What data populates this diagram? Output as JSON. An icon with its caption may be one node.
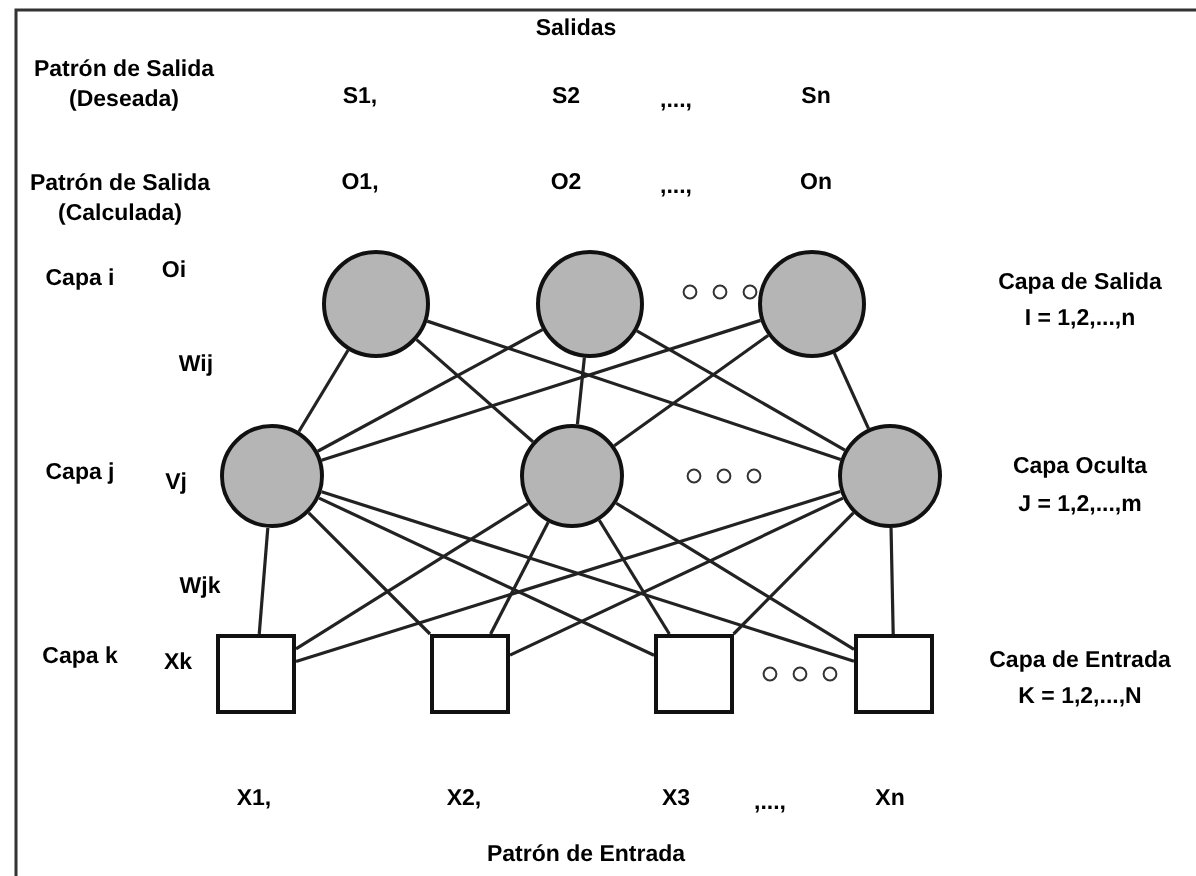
{
  "diagram": {
    "nodes": [
      {
        "text": [],
        "shape": "circle"
      },
      {
        "text": [],
        "shape": "circle"
      },
      {
        "text": [],
        "shape": "circle"
      },
      {
        "text": [],
        "shape": "circle"
      },
      {
        "text": [],
        "shape": "circle"
      },
      {
        "text": [],
        "shape": "circle"
      },
      {
        "text": [],
        "shape": "box"
      },
      {
        "text": [],
        "shape": "box"
      },
      {
        "text": [],
        "shape": "box"
      },
      {
        "text": [],
        "shape": "box"
      }
    ],
    "edges": [
      {
        "from": 0,
        "to": 3,
        "arrow": "none"
      },
      {
        "from": 0,
        "to": 4,
        "arrow": "none"
      },
      {
        "from": 0,
        "to": 5,
        "arrow": "none"
      },
      {
        "from": 1,
        "to": 3,
        "arrow": "none"
      },
      {
        "from": 1,
        "to": 4,
        "arrow": "none"
      },
      {
        "from": 1,
        "to": 5,
        "arrow": "none"
      },
      {
        "from": 2,
        "to": 3,
        "arrow": "none"
      },
      {
        "from": 2,
        "to": 4,
        "arrow": "none"
      },
      {
        "from": 2,
        "to": 5,
        "arrow": "none"
      },
      {
        "from": 3,
        "to": 6,
        "arrow": "none"
      },
      {
        "from": 3,
        "to": 7,
        "arrow": "none"
      },
      {
        "from": 3,
        "to": 8,
        "arrow": "none"
      },
      {
        "from": 3,
        "to": 9,
        "arrow": "none"
      },
      {
        "from": 4,
        "to": 6,
        "arrow": "none"
      },
      {
        "from": 4,
        "to": 7,
        "arrow": "none"
      },
      {
        "from": 4,
        "to": 8,
        "arrow": "none"
      },
      {
        "from": 4,
        "to": 9,
        "arrow": "none"
      },
      {
        "from": 5,
        "to": 6,
        "arrow": "none"
      },
      {
        "from": 5,
        "to": 7,
        "arrow": "none"
      },
      {
        "from": 5,
        "to": 8,
        "arrow": "none"
      },
      {
        "from": 5,
        "to": 9,
        "arrow": "none"
      }
    ],
    "labels": [
      "Salidas",
      "Patrón de Salida (Deseada)",
      "S1,",
      "S2",
      ",...,",
      "Sn",
      "Patrón de Salida (Calculada)",
      "O1,",
      "O2",
      ",...,",
      "On",
      "Capa i",
      "Oi",
      "Capa de Salida",
      "I = 1,2,...,n",
      "Wij",
      "Capa j",
      "Vj",
      "Capa Oculta",
      "J = 1,2,...,m",
      "Wjk",
      "Capa k",
      "Xk",
      "Capa de Entrada",
      "K = 1,2,...,N",
      "X1,",
      "X2,",
      "X3",
      ",...,",
      "Xn",
      "Patrón de Entrada"
    ]
  }
}
